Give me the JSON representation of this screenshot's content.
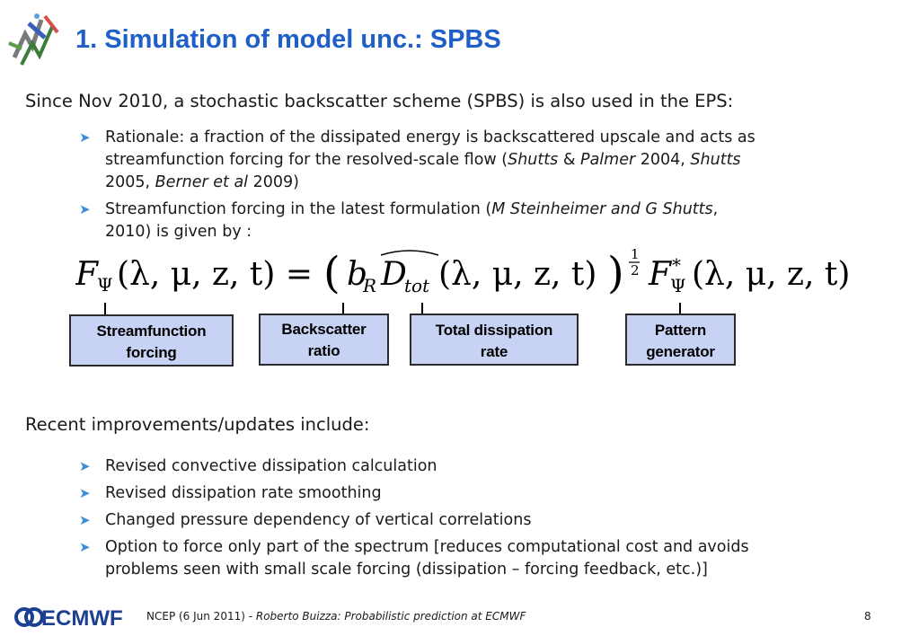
{
  "title": "1. Simulation of model unc.: SPBS",
  "intro_1": "Since Nov 2010, a stochastic backscatter scheme (SPBS) is also used in the EPS:",
  "bullets_1": [
    {
      "line1": "Rationale: a fraction of the dissipated energy is backscattered upscale and acts as",
      "line2_a": "streamfunction forcing for the resolved-scale flow (",
      "line2_b": "Shutts",
      "line2_c": " & ",
      "line2_d": "Palmer",
      "line2_e": " 2004,  ",
      "line2_f": "Shutts",
      "line3_a": "2005, ",
      "line3_b": "Berner et al",
      "line3_c": " 2009)"
    },
    {
      "line1_a": "Streamfunction forcing in the latest formulation (",
      "line1_b": "M Steinheimer and G Shutts",
      "line1_c": ",",
      "line2": "2010) is given by :"
    }
  ],
  "formula_labels": [
    {
      "line1": "Streamfunction",
      "line2": "forcing"
    },
    {
      "line1": "Backscatter",
      "line2": "ratio"
    },
    {
      "line1": "Total dissipation",
      "line2": "rate"
    },
    {
      "line1": "Pattern",
      "line2": "generator"
    }
  ],
  "intro_2": "Recent improvements/updates include:",
  "bullets_2": [
    "Revised convective dissipation calculation",
    "Revised dissipation rate smoothing",
    "Changed pressure dependency of vertical correlations",
    "Option to force only part of the spectrum [reduces computational cost and avoids",
    "problems seen with small scale forcing (dissipation – forcing feedback, etc.)]"
  ],
  "footer": {
    "logo_text": "ECMWF",
    "text_plain": "NCEP (6 Jun 2011) - ",
    "text_italic": "Roberto Buizza: Probabilistic prediction at ECMWF",
    "page": "8"
  },
  "colors": {
    "title": "#1f5fc7",
    "bullet_arrow": "#3c8fd6",
    "label_fill": "#c7d2f5",
    "logo_blue": "#1b3f91"
  }
}
